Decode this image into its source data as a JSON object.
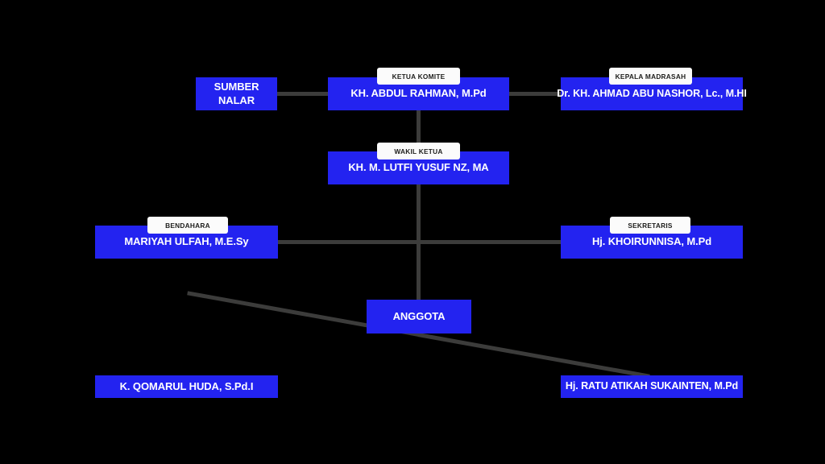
{
  "diagram": {
    "type": "organizational-chart",
    "background_color": "#000000",
    "node_color": "#2323f0",
    "node_text_color": "#ffffff",
    "connector_color": "#3c3c3b",
    "tab_color": "#fbfbfb",
    "tab_text_color": "#1d1d1b",
    "nodes": [
      {
        "id": "sumber-nalar",
        "name": "SUMBER\nNALAR",
        "role": null
      },
      {
        "id": "ketua-komite",
        "name": "KH. ABDUL RAHMAN, M.Pd",
        "role": "KETUA KOMITE"
      },
      {
        "id": "kepala-madrasah",
        "name": "Dr. KH. AHMAD ABU NASHOR, Lc., M.HI",
        "role": "KEPALA MADRASAH"
      },
      {
        "id": "wakil-ketua",
        "name": "KH. M. LUTFI YUSUF NZ, MA",
        "role": "WAKIL KETUA"
      },
      {
        "id": "bendahara",
        "name": "MARIYAH ULFAH, M.E.Sy",
        "role": "BENDAHARA"
      },
      {
        "id": "sekretaris",
        "name": "Hj. KHOIRUNNISA, M.Pd",
        "role": "SEKRETARIS"
      },
      {
        "id": "anggota",
        "name": "ANGGOTA",
        "role": null
      },
      {
        "id": "anggota-1",
        "name": "K. QOMARUL HUDA, S.Pd.I",
        "role": null
      },
      {
        "id": "anggota-2",
        "name": "Hj. RATU ATIKAH SUKAINTEN, M.Pd",
        "role": null
      }
    ]
  }
}
